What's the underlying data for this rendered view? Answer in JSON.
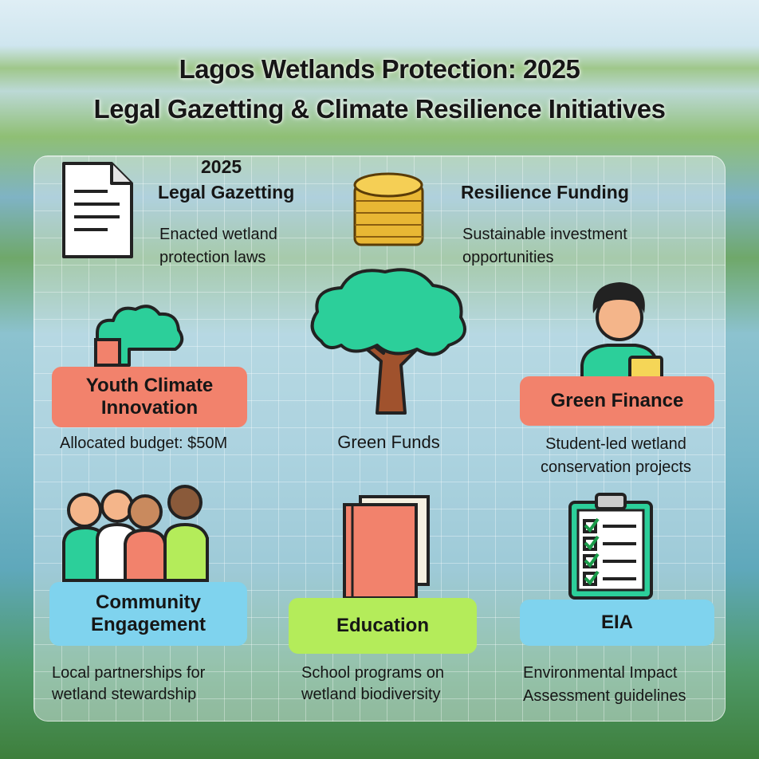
{
  "title": {
    "line1": "Lagos Wetlands Protection: 2025",
    "line2": "Legal Gazetting & Climate Resilience Initiatives"
  },
  "items": {
    "legal": {
      "year": "2025",
      "heading": "Legal Gazetting",
      "desc1": "Enacted wetland",
      "desc2": "protection laws"
    },
    "resilience": {
      "heading": "Resilience Funding",
      "desc1": "Sustainable investment",
      "desc2": "opportunities"
    },
    "youth": {
      "heading1": "Youth Climate",
      "heading2": "Innovation",
      "desc": "Allocated budget: $50M"
    },
    "green_funds": {
      "label": "Green Funds"
    },
    "green_finance": {
      "heading": "Green Finance",
      "desc1": "Student-led wetland",
      "desc2": "conservation projects"
    },
    "community": {
      "heading1": "Community",
      "heading2": "Engagement",
      "desc1": "Local partnerships for",
      "desc2": "wetland stewardship"
    },
    "education": {
      "heading": "Education",
      "desc1": "School programs on",
      "desc2": "wetland biodiversity"
    },
    "eia": {
      "heading": "EIA",
      "desc1": "Environmental Impact",
      "desc2": "Assessment guidelines"
    }
  },
  "colors": {
    "pink": "#f2826c",
    "blue": "#7fd3ee",
    "green": "#b4ec5a",
    "teal": "#2ccf9a"
  }
}
